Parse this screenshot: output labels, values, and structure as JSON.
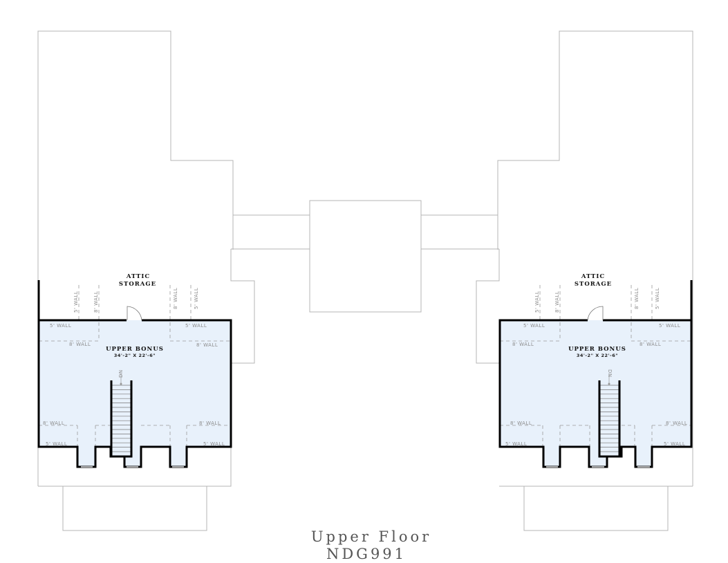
{
  "title": {
    "line1": "Upper Floor",
    "line2": "NDG991"
  },
  "units": [
    {
      "side": "left",
      "attic_label_line1": "ATTIC",
      "attic_label_line2": "STORAGE",
      "room_name": "UPPER BONUS",
      "room_dims": "34'-2\" X 22'-6\"",
      "stair_label": "DN",
      "wall_labels": {
        "vert_5_left": "5' WALL",
        "vert_8_left": "8' WALL",
        "vert_8_right": "8' WALL",
        "vert_5_right": "5' WALL",
        "top_5_left": "5' WALL",
        "top_5_right": "5' WALL",
        "top_8_left": "8' WALL",
        "top_8_right": "8' WALL",
        "bot_8_left": "8' WALL",
        "bot_8_right": "8' WALL",
        "bot_5_left": "5' WALL",
        "bot_5_right": "5' WALL"
      }
    },
    {
      "side": "right",
      "attic_label_line1": "ATTIC",
      "attic_label_line2": "STORAGE",
      "room_name": "UPPER BONUS",
      "room_dims": "34'-2\" X 22'-6\"",
      "stair_label": "DN",
      "wall_labels": {
        "vert_5_left": "5' WALL",
        "vert_8_left": "8' WALL",
        "vert_8_right": "8' WALL",
        "vert_5_right": "5' WALL",
        "top_5_left": "5' WALL",
        "top_5_right": "5' WALL",
        "top_8_left": "8' WALL",
        "top_8_right": "8' WALL",
        "bot_8_left": "8' WALL",
        "bot_8_right": "8' WALL",
        "bot_5_left": "5' WALL",
        "bot_5_right": "5' WALL"
      }
    }
  ],
  "colors": {
    "room_fill": "#e8f1fb",
    "wall": "#000000",
    "outline": "#b4b4b4"
  }
}
